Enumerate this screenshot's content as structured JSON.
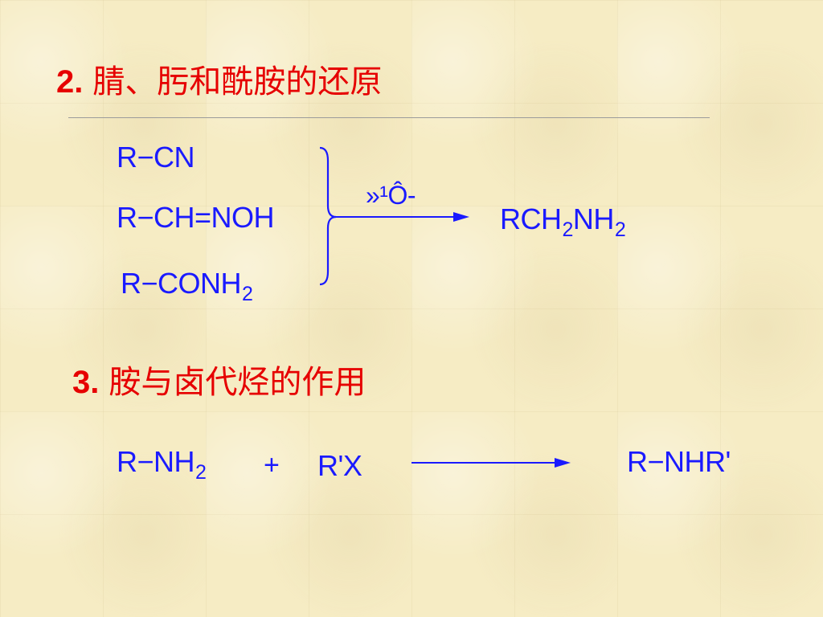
{
  "section2": {
    "number": "2.",
    "title": "腈、肟和酰胺的还原",
    "reactant1": "R−CN",
    "reactant2": "R−CH=NOH",
    "reactant3_main": "R−CONH",
    "reactant3_sub": "2",
    "reagent": "»¹Ô-",
    "product_a": "RCH",
    "product_sub1": "2",
    "product_b": "NH",
    "product_sub2": "2"
  },
  "section3": {
    "number": "3.",
    "title": "胺与卤代烃的作用",
    "amine_main": "R−NH",
    "amine_sub": "2",
    "plus": "+",
    "halide": "R'X",
    "product": "R−NHR'"
  }
}
